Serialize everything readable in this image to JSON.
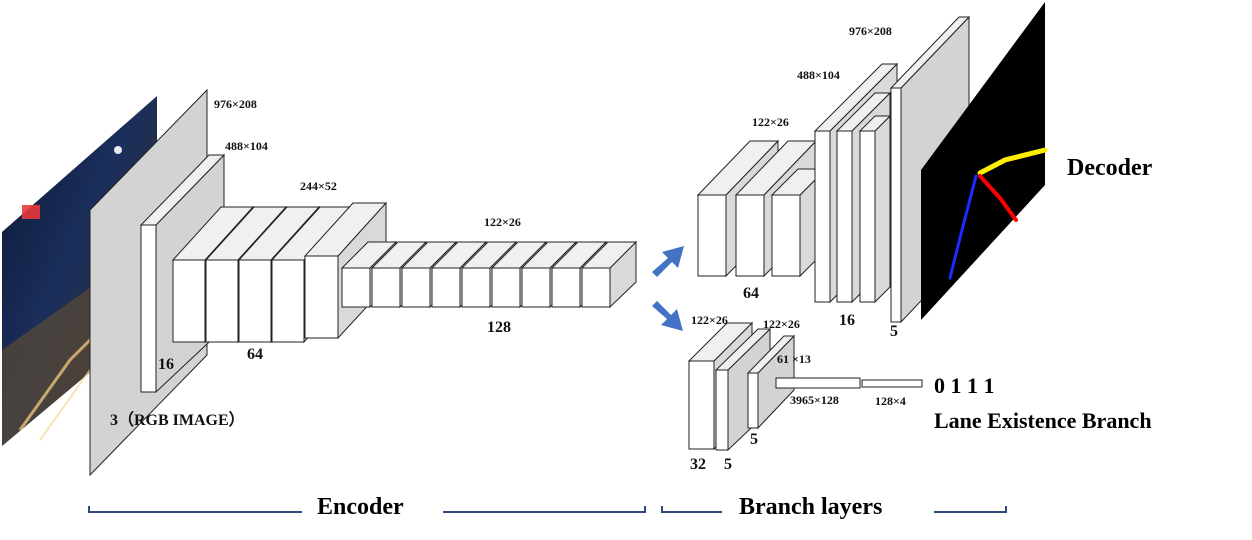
{
  "encoder": {
    "input_label": "3（RGB IMAGE）",
    "dims": [
      "976×208",
      "488×104",
      "244×52",
      "122×26"
    ],
    "channels": [
      "16",
      "64",
      "128"
    ]
  },
  "decoder_branch": {
    "dims": [
      "122×26",
      "488×104",
      "976×208"
    ],
    "channels": [
      "64",
      "16",
      "5"
    ],
    "title": "Decoder"
  },
  "existence_branch": {
    "dims": [
      "122×26",
      "122×26",
      "61 ×13",
      "3965×128",
      "128×4"
    ],
    "channels": [
      "32",
      "5",
      "5"
    ],
    "output": "0 1 1 1",
    "title": "Lane Existence Branch"
  },
  "sections": {
    "encoder": "Encoder",
    "branch": "Branch layers"
  },
  "colors": {
    "arrow": "#4472c4",
    "bracket": "#2f4a7a",
    "lane_yellow": "#ffee00",
    "lane_red": "#ff0000",
    "lane_blue": "#1a2cff"
  }
}
